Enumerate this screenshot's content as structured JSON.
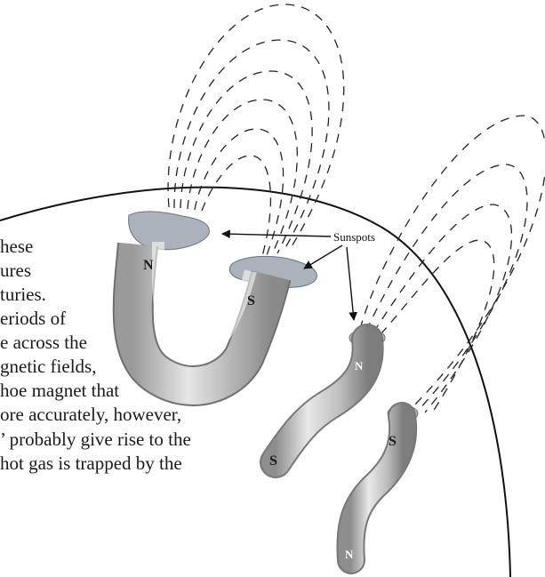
{
  "diagram": {
    "label": "Sunspots",
    "poles": {
      "horseshoe_n": "N",
      "horseshoe_s": "S",
      "tube1_n": "N",
      "tube1_s": "S",
      "tube2_s": "S",
      "tube2_n": "N"
    }
  },
  "page_text": {
    "lines": [
      "hese",
      "ures",
      "turies.",
      "eriods of",
      "e across the",
      "gnetic fields,",
      "hoe magnet that",
      "ore accurately, however,",
      "’ probably give rise to the",
      "hot gas is trapped by the"
    ]
  }
}
